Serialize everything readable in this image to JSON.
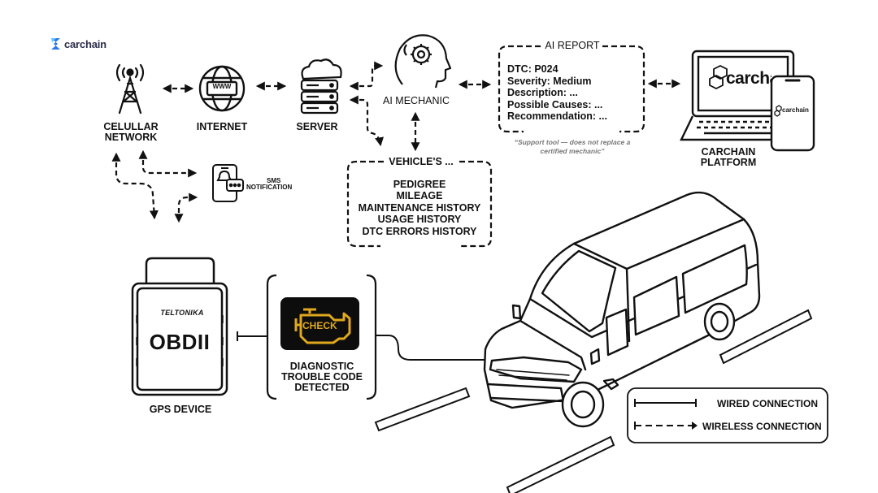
{
  "brand": {
    "logo_text": "carchain"
  },
  "nodes": {
    "cellular": {
      "line1": "CELULLAR",
      "line2": "NETWORK"
    },
    "internet": "INTERNET",
    "server": "SERVER",
    "ai_mechanic": "AI MECHANIC",
    "sms": {
      "line1": "SMS",
      "line2": "NOTIFICATION"
    },
    "platform": {
      "line1": "CARCHAIN",
      "line2": "PLATFORM",
      "laptop_brand": "carchain",
      "phone_brand": "carchain"
    },
    "obd": {
      "brand": "TELTONIKA",
      "model": "OBDII",
      "label": "GPS DEVICE"
    },
    "dtc": {
      "badge": "CHECK",
      "line1": "DIAGNOSTIC",
      "line2": "TROUBLE CODE",
      "line3": "DETECTED"
    },
    "globe_text": "WWW"
  },
  "ai_report": {
    "title": "AI REPORT",
    "lines": [
      "DTC: P024",
      "Severity: Medium",
      "Description: ...",
      "Possible Causes: ...",
      "Recommendation: ..."
    ],
    "disclaimer_line1": "“Support tool — does not replace a",
    "disclaimer_line2": "certified mechanic”"
  },
  "vehicle_data": {
    "title": "VEHICLE'S ...",
    "items": [
      "PEDIGREE",
      "MILEAGE",
      "MAINTENANCE HISTORY",
      "USAGE HISTORY",
      "DTC ERRORS HISTORY"
    ]
  },
  "legend": {
    "wired": "WIRED CONNECTION",
    "wireless": "WIRELESS CONNECTION"
  }
}
